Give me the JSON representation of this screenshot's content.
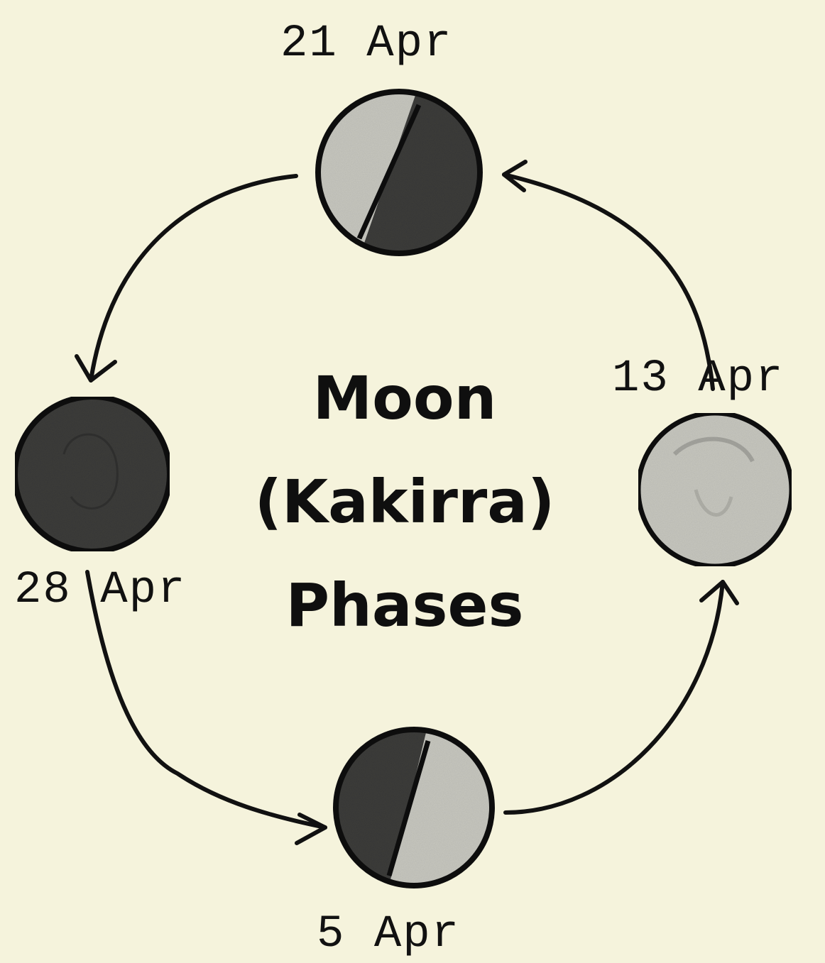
{
  "title_lines": [
    "Moon",
    "(Kakirra)",
    "Phases"
  ],
  "phases": [
    {
      "id": "new_moon",
      "label": "28 Apr"
    },
    {
      "id": "first_quarter",
      "label": "5 Apr"
    },
    {
      "id": "full_moon",
      "label": "13 Apr"
    },
    {
      "id": "last_quarter",
      "label": "21 Apr"
    }
  ],
  "colors": {
    "background": "#f5f3dc",
    "ink": "#111111",
    "moon_dark": "#3c3c3a",
    "moon_light": "#c8c8c0"
  }
}
